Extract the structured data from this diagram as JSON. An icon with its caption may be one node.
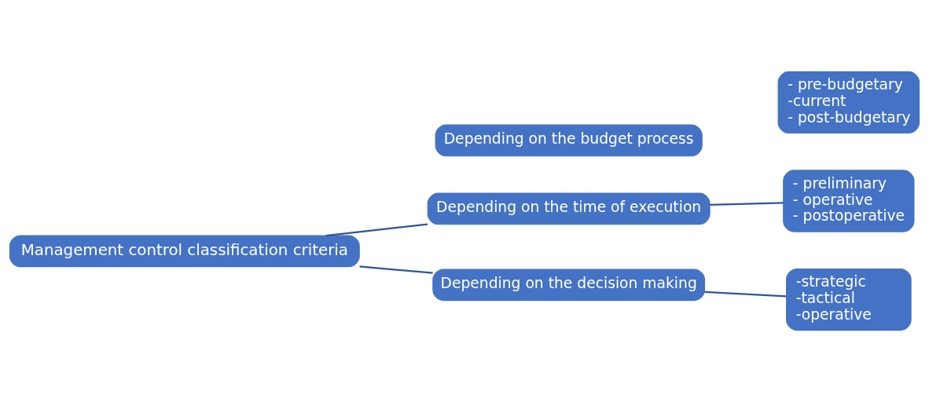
{
  "diagram": {
    "nodes": [
      {
        "text": [
          "Management control classification criteria"
        ]
      },
      {
        "text": [
          "Depending on the time of execution"
        ]
      },
      {
        "text": [
          "- preliminary",
          "- operative",
          "- postoperative"
        ]
      },
      {
        "text": [
          "Depending on the budget process"
        ]
      },
      {
        "text": [
          "- pre-budgetary",
          "-current",
          "- post-budgetary"
        ]
      },
      {
        "text": [
          "Depending on the decision making"
        ]
      },
      {
        "text": [
          "-strategic",
          "-tactical",
          "-operative"
        ]
      }
    ],
    "edges": [
      {
        "from": 0,
        "to": 1,
        "arrow": "none"
      },
      {
        "from": 0,
        "to": 5,
        "arrow": "none"
      },
      {
        "from": 1,
        "to": 2,
        "arrow": "none"
      },
      {
        "from": 5,
        "to": 6,
        "arrow": "none"
      }
    ]
  }
}
